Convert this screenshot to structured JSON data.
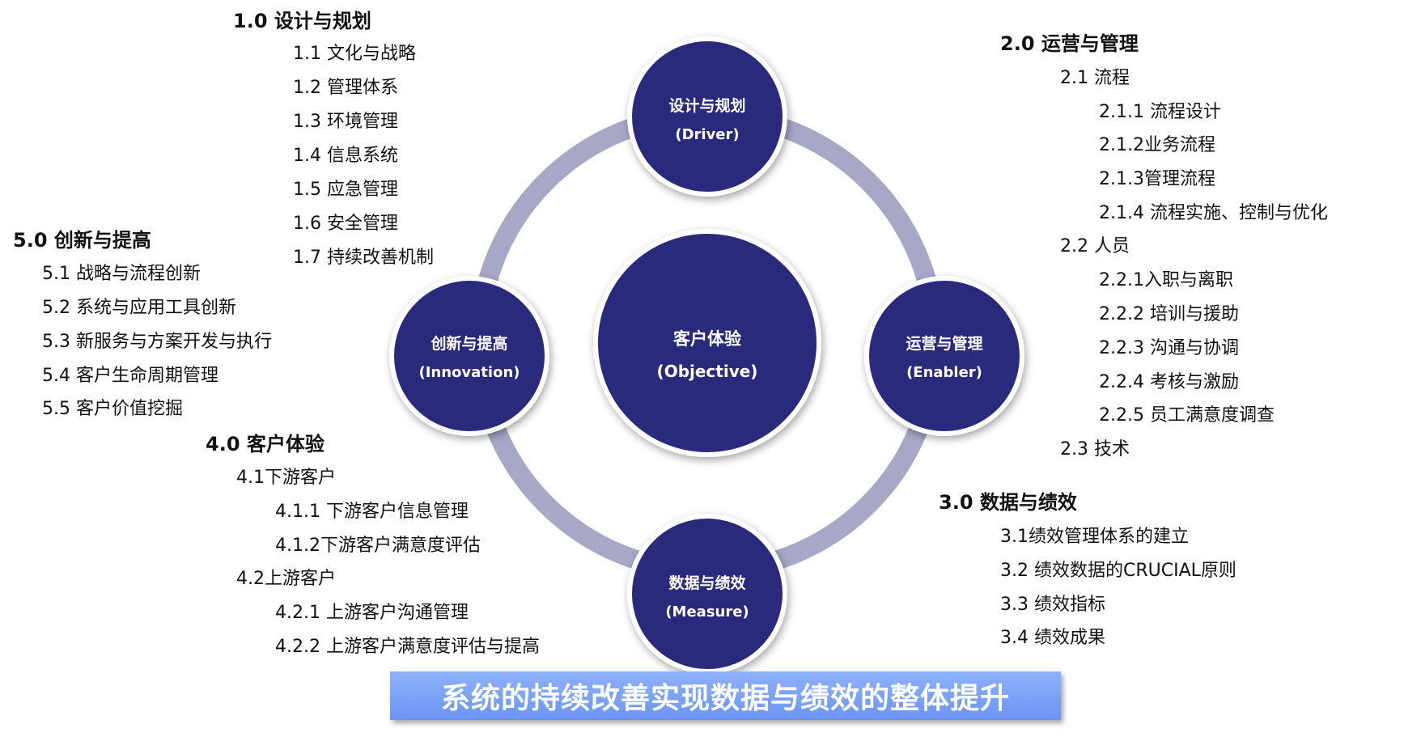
{
  "colors": {
    "ring": "#a7a8c6",
    "circle_fill": "#2c2a7c",
    "circle_border": "#ffffff",
    "banner_bg": "#7aa2f7",
    "banner_text": "#ffffff"
  },
  "circles": {
    "center": {
      "title": "客户体验",
      "subtitle": "(Objective)"
    },
    "top": {
      "title": "设计与规划",
      "subtitle": "(Driver)"
    },
    "right": {
      "title": "运营与管理",
      "subtitle": "(Enabler)"
    },
    "bottom": {
      "title": "数据与绩效",
      "subtitle": "(Measure)"
    },
    "left": {
      "title": "创新与提高",
      "subtitle": "(Innovation)"
    }
  },
  "sections": {
    "design": {
      "heading": "1.0 设计与规划",
      "items": [
        "1.1 文化与战略",
        "1.2 管理体系",
        "1.3 环境管理",
        "1.4 信息系统",
        "1.5 应急管理",
        "1.6 安全管理",
        "1.7 持续改善机制"
      ]
    },
    "operations": {
      "heading": "2.0 运营与管理",
      "items": [
        "2.1 流程",
        "2.1.1 流程设计",
        "2.1.2业务流程",
        "2.1.3管理流程",
        "2.1.4 流程实施、控制与优化",
        "2.2 人员",
        "2.2.1入职与离职",
        "2.2.2 培训与援助",
        "2.2.3 沟通与协调",
        "2.2.4 考核与激励",
        "2.2.5 员工满意度调查",
        "2.3 技术"
      ]
    },
    "data": {
      "heading": "3.0 数据与绩效",
      "items": [
        "3.1绩效管理体系的建立",
        "3.2 绩效数据的CRUCIAL原则",
        "3.3 绩效指标",
        "3.4 绩效成果"
      ]
    },
    "customer": {
      "heading": "4.0 客户体验",
      "items": [
        "4.1下游客户",
        "4.1.1 下游客户信息管理",
        "4.1.2下游客户满意度评估",
        "4.2上游客户",
        "4.2.1 上游客户沟通管理",
        "4.2.2 上游客户满意度评估与提高"
      ]
    },
    "innovation": {
      "heading": "5.0 创新与提高",
      "items": [
        "5.1 战略与流程创新",
        "5.2 系统与应用工具创新",
        "5.3 新服务与方案开发与执行",
        "5.4 客户生命周期管理",
        "5.5 客户价值挖掘"
      ]
    }
  },
  "banner": {
    "text": "系统的持续改善实现数据与绩效的整体提升"
  }
}
